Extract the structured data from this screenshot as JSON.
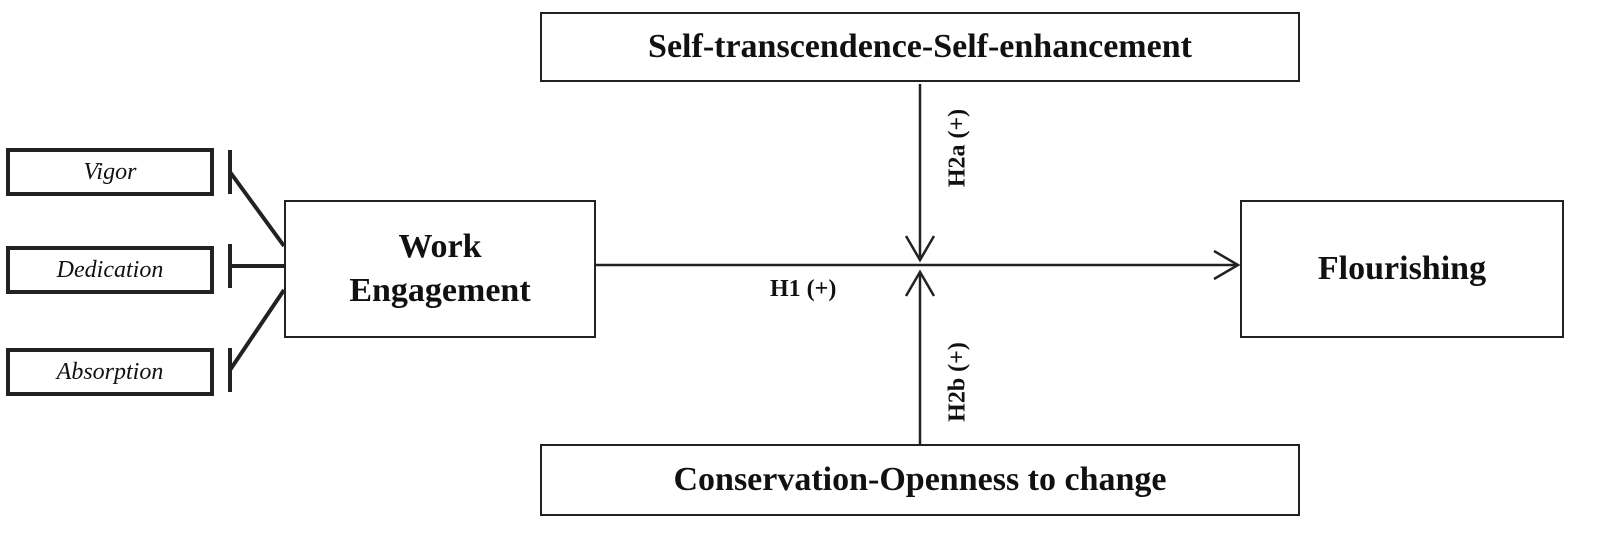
{
  "diagram": {
    "nodes": {
      "self_transcendence": "Self-transcendence-Self-enhancement",
      "conservation": "Conservation-Openness to change",
      "work_engagement_line1": "Work",
      "work_engagement_line2": "Engagement",
      "flourishing": "Flourishing",
      "vigor": "Vigor",
      "dedication": "Dedication",
      "absorption": "Absorption"
    },
    "edges": {
      "h1": "H1 (+)",
      "h2a": "H2a (+)",
      "h2b": "H2b (+)"
    },
    "colors": {
      "stroke": "#222222",
      "text": "#111111",
      "background": "#ffffff"
    }
  }
}
